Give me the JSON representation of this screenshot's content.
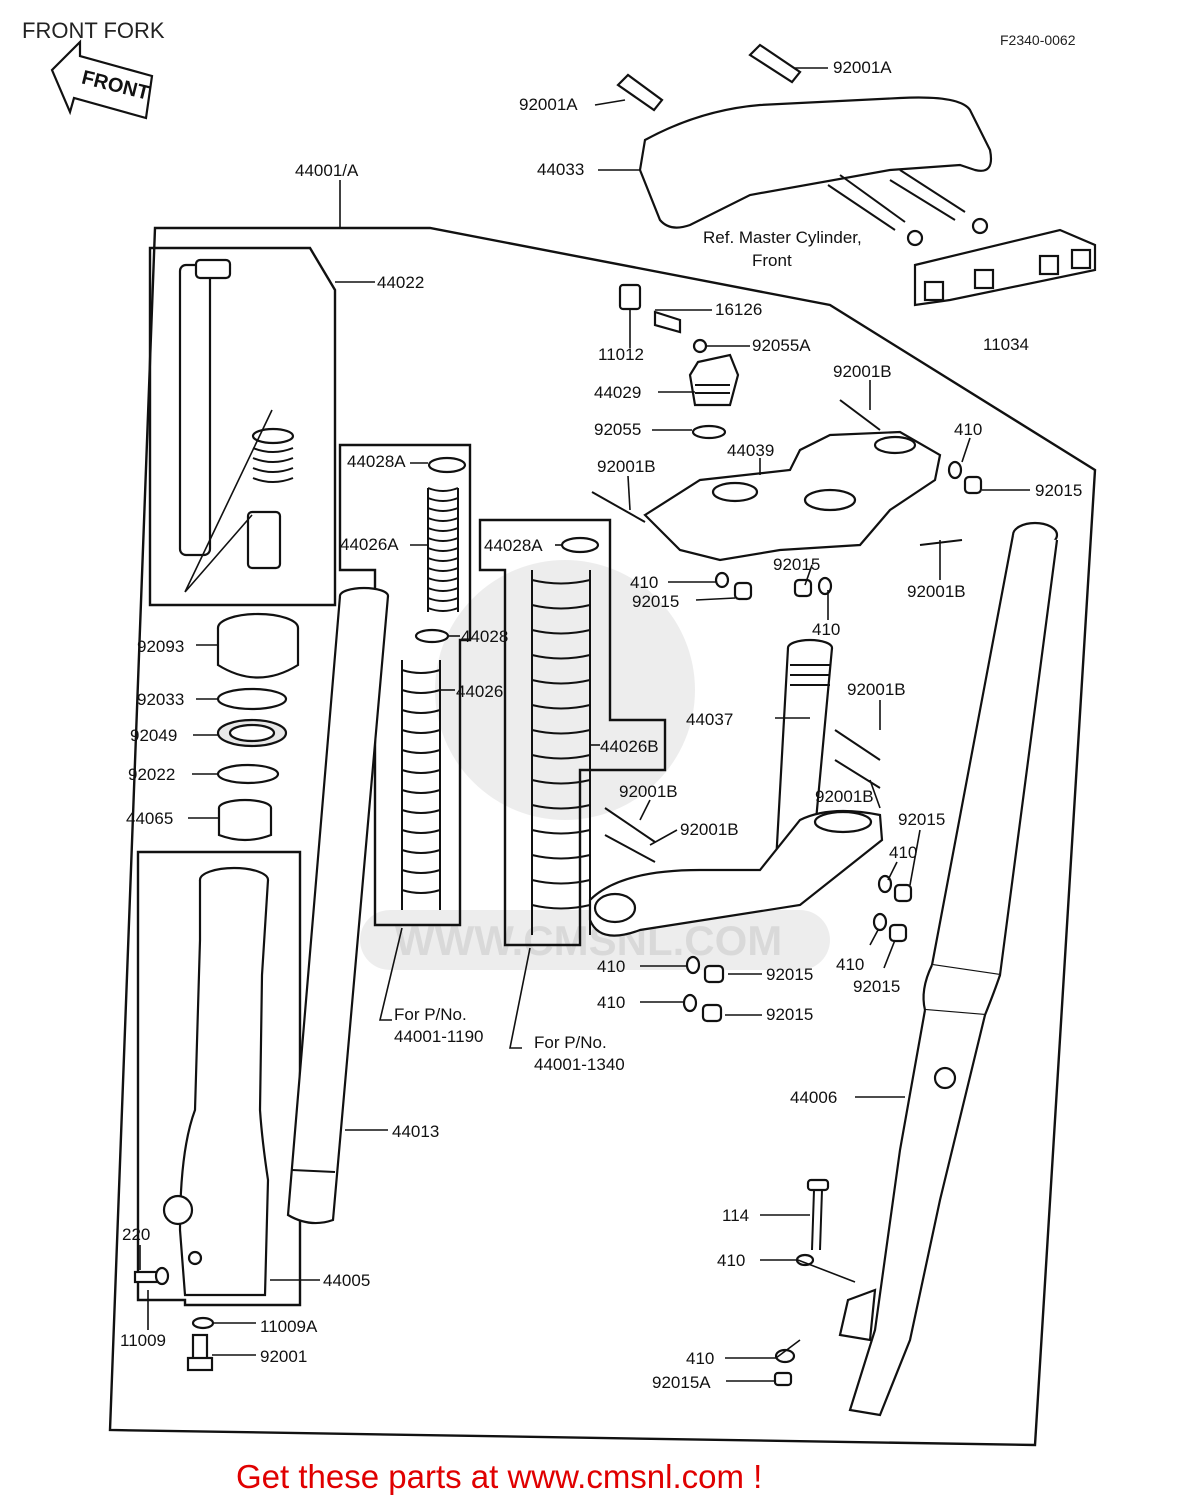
{
  "title": "FRONT FORK",
  "diagram_code": "F2340-0062",
  "front_arrow_label": "FRONT",
  "labels": {
    "l_92001A_top": "92001A",
    "l_92001A_left": "92001A",
    "l_44033": "44033",
    "l_ref_line1": "Ref.  Master Cylinder,",
    "l_ref_line2": "Front",
    "l_11034": "11034",
    "l_44001A": "44001/A",
    "l_44022": "44022",
    "l_16126": "16126",
    "l_11012": "11012",
    "l_92055A": "92055A",
    "l_44029": "44029",
    "l_92001B_a": "92001B",
    "l_92055": "92055",
    "l_44039": "44039",
    "l_410_a": "410",
    "l_92015_a": "92015",
    "l_44028A_a": "44028A",
    "l_92001B_b": "92001B",
    "l_44026A": "44026A",
    "l_44028A_b": "44028A",
    "l_92015_b": "92015",
    "l_410_b": "410",
    "l_92015_c": "92015",
    "l_92001B_c": "92001B",
    "l_410_c": "410",
    "l_44028": "44028",
    "l_92093": "92093",
    "l_44026": "44026",
    "l_92001B_d": "92001B",
    "l_92033": "92033",
    "l_44037": "44037",
    "l_92049": "92049",
    "l_44026B": "44026B",
    "l_92022": "92022",
    "l_92001B_e": "92001B",
    "l_92001B_f": "92001B",
    "l_44065": "44065",
    "l_92015_d": "92015",
    "l_92001B_g": "92001B",
    "l_410_d": "410",
    "l_410_e": "410",
    "l_92015_e": "92015",
    "l_410_f": "410",
    "l_92015_f": "92015",
    "l_410_g": "410",
    "l_92015_g": "92015",
    "l_forpno_1": "For P/No.",
    "l_pno_1190": "44001-1190",
    "l_forpno_2": "For P/No.",
    "l_pno_1340": "44001-1340",
    "l_44006": "44006",
    "l_44013": "44013",
    "l_114": "114",
    "l_220": "220",
    "l_410_h": "410",
    "l_44005": "44005",
    "l_11009": "11009",
    "l_11009A": "11009A",
    "l_92001": "92001",
    "l_410_i": "410",
    "l_92015A": "92015A"
  },
  "watermark": "WWW.CMSNL.COM",
  "footer_text": "Get these parts at www.cmsnl.com !",
  "colors": {
    "footer": "#e00000",
    "line": "#111111",
    "background": "#ffffff"
  }
}
